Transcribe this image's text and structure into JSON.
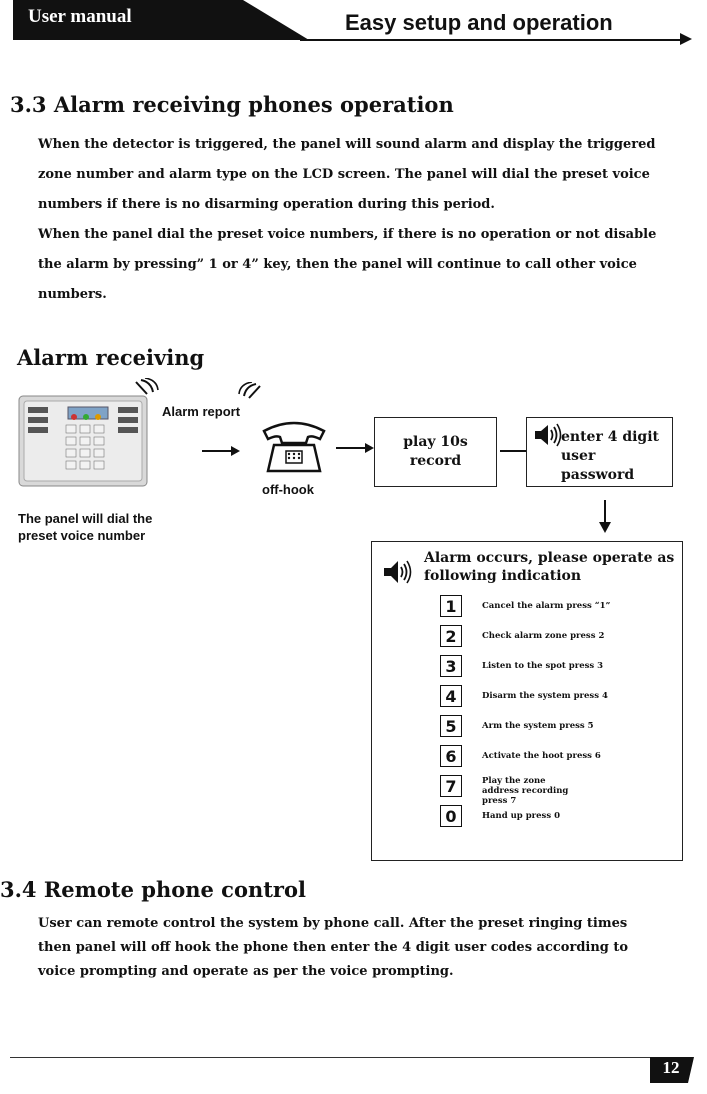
{
  "header": {
    "left_title": "User manual",
    "right_title": "Easy setup and operation"
  },
  "section_33": {
    "heading": "3.3 Alarm receiving phones operation",
    "lines": [
      "When the detector is triggered, the panel will sound alarm and display the triggered",
      "zone number and alarm type on the LCD screen. The panel will dial the preset voice",
      "numbers if there is no disarming operation during this period.",
      "When the panel dial the preset voice numbers, if there is no operation or not disable",
      "the alarm by pressing” 1 or 4”  key, then the panel will continue to call other voice",
      "numbers."
    ]
  },
  "diagram": {
    "heading": "Alarm receiving",
    "alarm_report": "Alarm report",
    "off_hook": "off-hook",
    "panel_caption_1": "The panel will dial the",
    "panel_caption_2": "preset voice number",
    "play_line1": "play 10s",
    "play_line2": "record",
    "enter_line1": "enter 4 digit",
    "enter_line2": "user password",
    "menu_heading_1": "Alarm occurs, please operate as",
    "menu_heading_2": "following indication",
    "steps": [
      {
        "num": "1",
        "text": "Cancel the alarm press “1”"
      },
      {
        "num": "2",
        "text": "Check alarm zone press 2"
      },
      {
        "num": "3",
        "text": "Listen to the spot press 3"
      },
      {
        "num": "4",
        "text": "Disarm the system press 4"
      },
      {
        "num": "5",
        "text": "Arm the system press 5"
      },
      {
        "num": "6",
        "text": "Activate the hoot press 6"
      },
      {
        "num": "7",
        "text": "Play the zone address recording press 7"
      },
      {
        "num": "0",
        "text": "Hand up press 0"
      }
    ]
  },
  "section_34": {
    "heading": "3.4  Remote phone control",
    "lines": [
      "User can remote control the system by phone call. After the preset ringing times",
      "then panel will off hook the phone then enter the 4 digit user codes according to",
      "voice prompting and operate as per the voice prompting."
    ]
  },
  "footer": {
    "page_number": "12"
  }
}
